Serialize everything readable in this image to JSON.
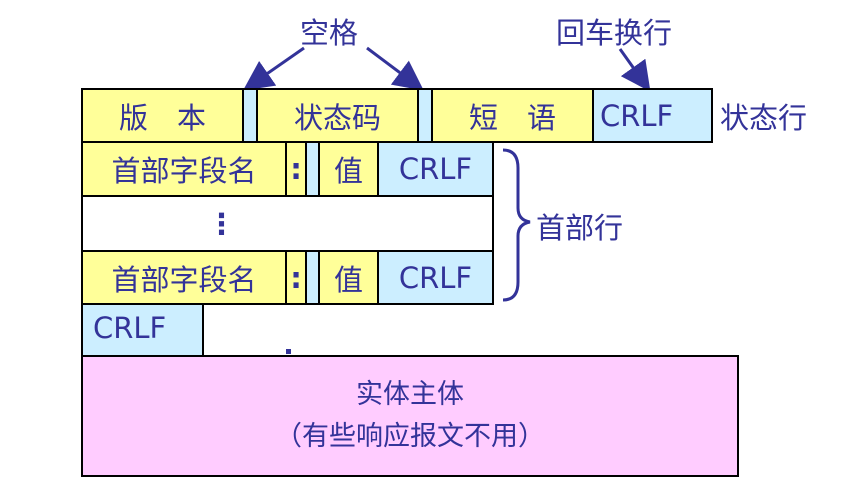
{
  "title": "HTTP 响应报文结构",
  "annotations": {
    "space_label": "空格",
    "crlf_label": "回车换行",
    "status_line_label": "状态行",
    "header_lines_label": "首部行"
  },
  "status_line": {
    "version": "版　本",
    "status_code": "状态码",
    "phrase": "短　语",
    "crlf": "CRLF"
  },
  "header_lines": [
    {
      "field_name": "首部字段名",
      "colon": ":",
      "value": "值",
      "crlf": "CRLF"
    },
    {
      "ellipsis": "⋮"
    },
    {
      "field_name": "首部字段名",
      "colon": ":",
      "value": "值",
      "crlf": "CRLF"
    }
  ],
  "blank_line": {
    "crlf": "CRLF"
  },
  "entity_body": {
    "line1": "实体主体",
    "line2": "（有些响应报文不用）"
  },
  "colors": {
    "text": "#333399",
    "field_fill": "#ffff99",
    "crlf_fill": "#cceeff",
    "body_fill": "#ffccff",
    "border": "#000000"
  }
}
